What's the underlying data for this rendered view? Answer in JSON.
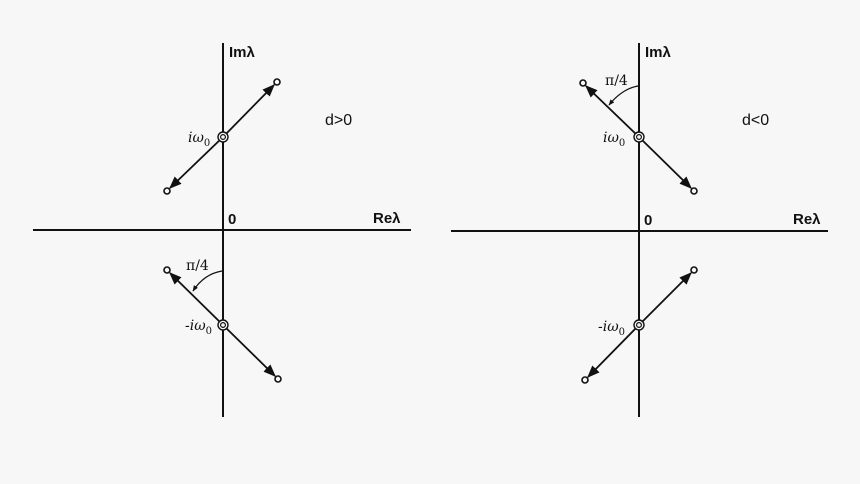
{
  "diagram": {
    "panels": [
      {
        "id": "left",
        "condition_label": "d>0",
        "axes": {
          "imag_label": "Imλ",
          "real_label": "Reλ",
          "origin_label": "0"
        },
        "eigenvalues": [
          {
            "label": "iω",
            "subscript": "0",
            "position": "upper",
            "direction": "slope-up-right"
          },
          {
            "label": "-iω",
            "subscript": "0",
            "position": "lower",
            "direction": "slope-down-right"
          }
        ],
        "angle_label": "π/4",
        "angle_on": "lower"
      },
      {
        "id": "right",
        "condition_label": "d<0",
        "axes": {
          "imag_label": "Imλ",
          "real_label": "Reλ",
          "origin_label": "0"
        },
        "eigenvalues": [
          {
            "label": "iω",
            "subscript": "0",
            "position": "upper",
            "direction": "slope-down-right"
          },
          {
            "label": "-iω",
            "subscript": "0",
            "position": "lower",
            "direction": "slope-up-right"
          }
        ],
        "angle_label": "π/4",
        "angle_on": "upper"
      }
    ],
    "colors": {
      "background": "#f7f7f7",
      "ink": "#111111"
    }
  }
}
